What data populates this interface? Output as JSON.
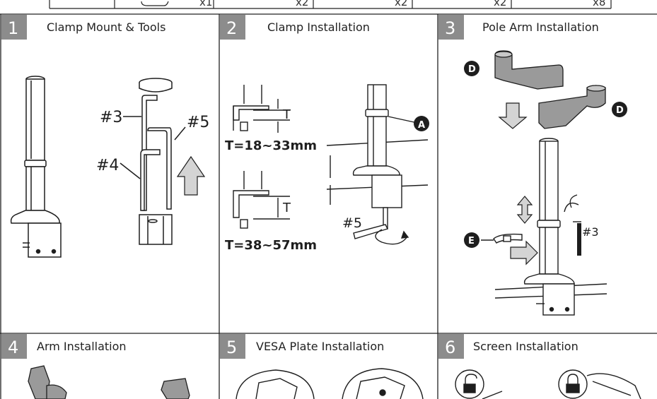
{
  "parts_row": {
    "quantities": [
      "x1",
      "x2",
      "x2",
      "x2",
      "x8"
    ]
  },
  "steps": [
    {
      "number": "1",
      "title": "Clamp Mount & Tools"
    },
    {
      "number": "2",
      "title": "Clamp Installation"
    },
    {
      "number": "3",
      "title": "Pole Arm Installation"
    },
    {
      "number": "4",
      "title": "Arm Installation"
    },
    {
      "number": "5",
      "title": "VESA Plate Installation"
    },
    {
      "number": "6",
      "title": "Screen Installation"
    }
  ],
  "step1": {
    "tool_labels": [
      "#3",
      "#4",
      "#5"
    ]
  },
  "step2": {
    "thickness_symbol": "T",
    "range_a": "T=18~33mm",
    "range_b": "T=38~57mm",
    "part_marker": "A",
    "tool_label": "#5"
  },
  "step3": {
    "part_marker_d": "D",
    "part_marker_e": "E",
    "tool_label": "#3"
  },
  "colors": {
    "badge": "#8c8c8c",
    "line": "#1e1e1e",
    "arm_fill": "#9a9a9a",
    "arrow_fill": "#d4d4d4"
  }
}
